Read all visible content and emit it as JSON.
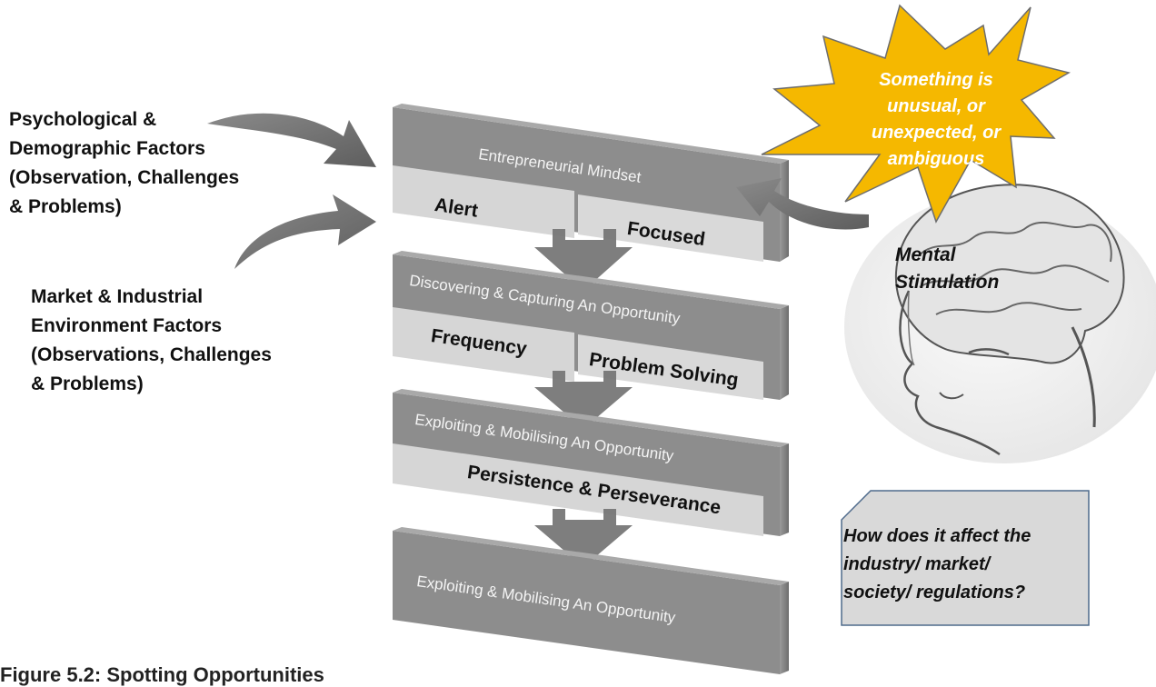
{
  "factors": [
    {
      "text": "Psychological &\nDemographic Factors\n(Observation, Challenges\n& Problems)"
    },
    {
      "text": "Market & Industrial\nEnvironment Factors\n(Observations, Challenges\n& Problems)"
    }
  ],
  "stages": [
    {
      "title": "Entrepreneurial Mindset",
      "sub": [
        "Alert",
        "Focused"
      ]
    },
    {
      "title": "Discovering & Capturing An Opportunity",
      "sub": [
        "Frequency",
        "Problem Solving"
      ]
    },
    {
      "title": "Exploiting & Mobilising An Opportunity",
      "sub": [
        "Persistence & Perseverance"
      ]
    },
    {
      "title": "Exploiting & Mobilising An Opportunity",
      "sub": []
    }
  ],
  "burst": {
    "text": "Something is\nunusual, or\nunexpected, or\nambiguous",
    "color": "#f5b800"
  },
  "mental": {
    "text": "Mental\nStimulation"
  },
  "note": {
    "text": "How does it affect the\nindustry/ market/\nsociety/ regulations?"
  },
  "bottom_caption": "Figure 5.2: Spotting Opportunities",
  "colors": {
    "block_dark": "#8c8c8c",
    "block_light": "#d9d9d9",
    "arrow": "#6f6f6f"
  }
}
